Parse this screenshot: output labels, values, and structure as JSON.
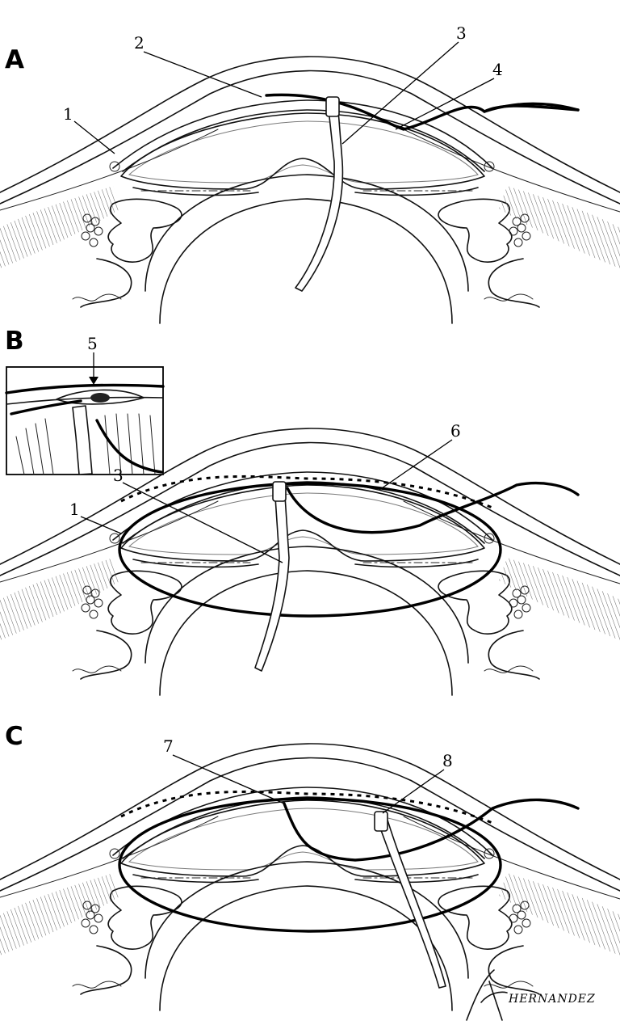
{
  "panels": [
    {
      "letter": "A",
      "callouts": [
        "1",
        "2",
        "3",
        "4"
      ],
      "has_suture_loop": false,
      "has_dashed_path": false,
      "catheter": "A"
    },
    {
      "letter": "B",
      "callouts": [
        "5",
        "6",
        "1",
        "3"
      ],
      "has_suture_loop": true,
      "has_dashed_path": true,
      "catheter": "B"
    },
    {
      "letter": "C",
      "callouts": [
        "7",
        "8"
      ],
      "has_suture_loop": true,
      "has_dashed_path": true,
      "catheter": "C"
    }
  ],
  "signature": "HERNANDEZ",
  "colors": {
    "line": "#111111",
    "background": "#ffffff"
  }
}
